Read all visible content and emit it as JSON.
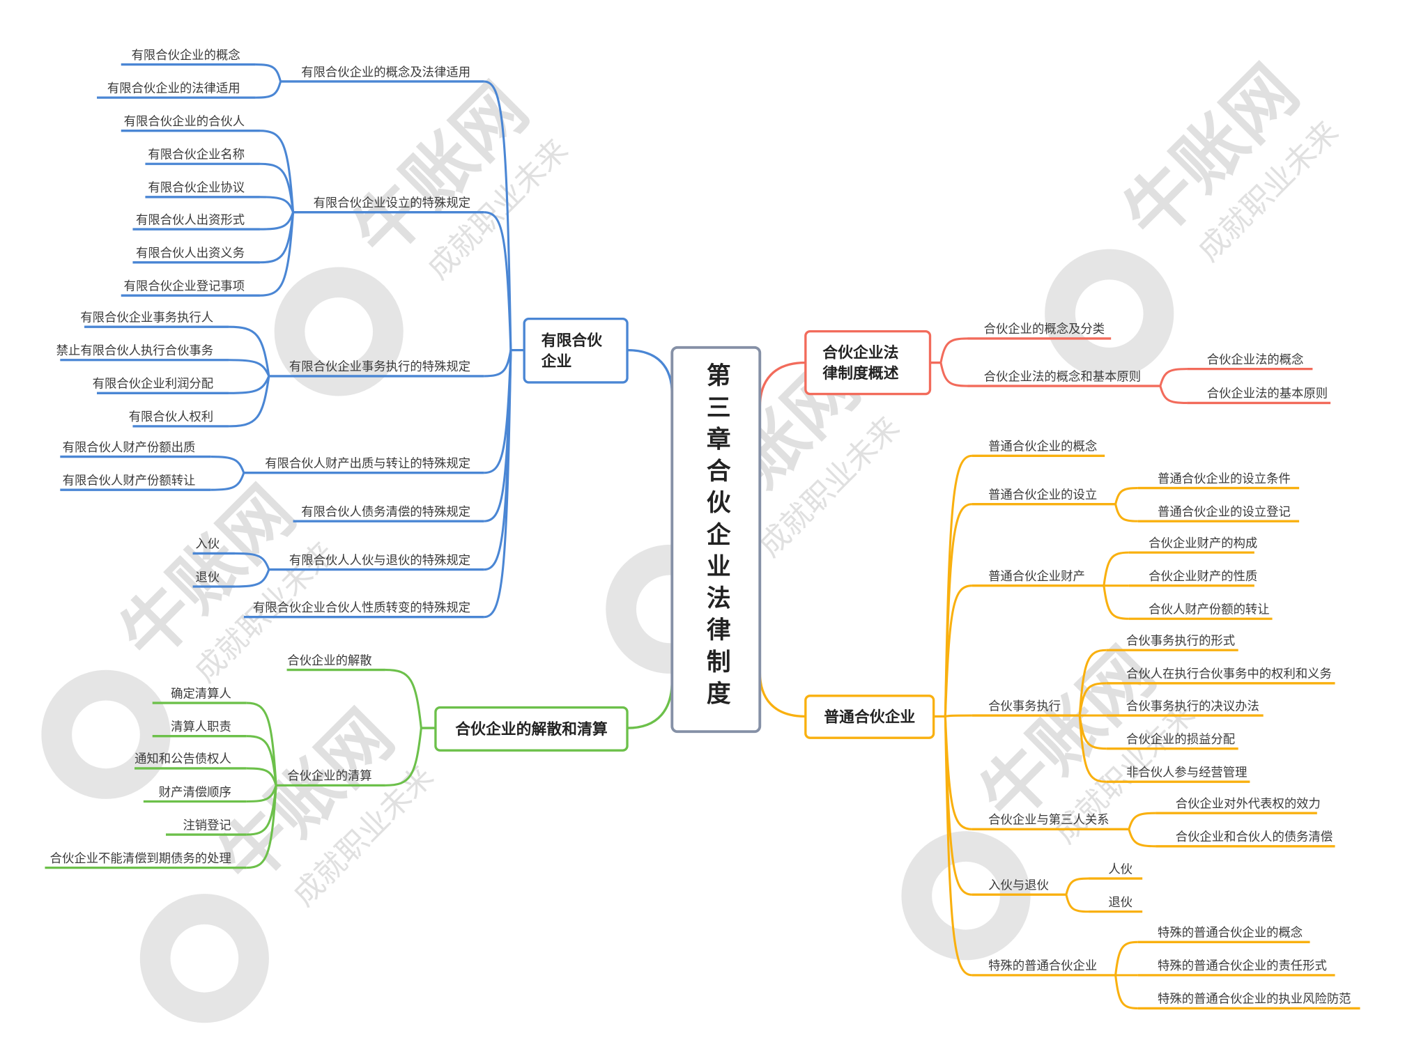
{
  "title": "第三章合伙企业法律制度",
  "watermark": {
    "brand": "牛账网",
    "slogan": "成就职业未来"
  },
  "colors": {
    "limited": "#4a86d4",
    "dissolution": "#6cc04a",
    "overview": "#f26b5b",
    "general": "#f9b00f",
    "center": "#8590a6"
  },
  "branches": {
    "limited": {
      "label_lines": [
        "有限合伙",
        "企业"
      ],
      "children": [
        {
          "label": "有限合伙企业的概念及法律适用",
          "children": [
            "有限合伙企业的概念",
            "有限合伙企业的法律适用"
          ]
        },
        {
          "label": "有限合伙企业设立的特殊规定",
          "children": [
            "有限合伙企业的合伙人",
            "有限合伙企业名称",
            "有限合伙企业协议",
            "有限合伙人出资形式",
            "有限合伙人出资义务",
            "有限合伙企业登记事项"
          ]
        },
        {
          "label": "有限合伙企业事务执行的特殊规定",
          "children": [
            "有限合伙企业事务执行人",
            "禁止有限合伙人执行合伙事务",
            "有限合伙企业利润分配",
            "有限合伙人权利"
          ]
        },
        {
          "label": "有限合伙人财产出质与转让的特殊规定",
          "children": [
            "有限合伙人财产份额出质",
            "有限合伙人财产份额转让"
          ]
        },
        {
          "label": "有限合伙人债务清偿的特殊规定",
          "children": []
        },
        {
          "label": "有限合伙人人伙与退伙的特殊规定",
          "children": [
            "入伙",
            "退伙"
          ]
        },
        {
          "label": "有限合伙企业合伙人性质转变的特殊规定",
          "children": []
        }
      ]
    },
    "dissolution": {
      "label_lines": [
        "合伙企业的解散和清算"
      ],
      "children": [
        {
          "label": "合伙企业的解散",
          "children": []
        },
        {
          "label": "合伙企业的清算",
          "children": [
            "确定清算人",
            "清算人职责",
            "通知和公告债权人",
            "财产清偿顺序",
            "注销登记",
            "合伙企业不能清偿到期债务的处理"
          ]
        }
      ]
    },
    "overview": {
      "label_lines": [
        "合伙企业法",
        "律制度概述"
      ],
      "children": [
        {
          "label": "合伙企业的概念及分类",
          "children": []
        },
        {
          "label": "合伙企业法的概念和基本原则",
          "children": [
            "合伙企业法的概念",
            "合伙企业法的基本原则"
          ]
        }
      ]
    },
    "general": {
      "label_lines": [
        "普通合伙企业"
      ],
      "children": [
        {
          "label": "普通合伙企业的概念",
          "children": []
        },
        {
          "label": "普通合伙企业的设立",
          "children": [
            "普通合伙企业的设立条件",
            "普通合伙企业的设立登记"
          ]
        },
        {
          "label": "普通合伙企业财产",
          "children": [
            "合伙企业财产的构成",
            "合伙企业财产的性质",
            "合伙人财产份额的转让"
          ]
        },
        {
          "label": "合伙事务执行",
          "children": [
            "合伙事务执行的形式",
            "合伙人在执行合伙事务中的权利和义务",
            "合伙事务执行的决议办法",
            "合伙企业的损益分配",
            "非合伙人参与经营管理"
          ]
        },
        {
          "label": "合伙企业与第三人关系",
          "children": [
            "合伙企业对外代表权的效力",
            "合伙企业和合伙人的债务清偿"
          ]
        },
        {
          "label": "入伙与退伙",
          "children": [
            "人伙",
            "退伙"
          ]
        },
        {
          "label": "特殊的普通合伙企业",
          "children": [
            "特殊的普通合伙企业的概念",
            "特殊的普通合伙企业的责任形式",
            "特殊的普通合伙企业的执业风险防范"
          ]
        }
      ]
    }
  }
}
